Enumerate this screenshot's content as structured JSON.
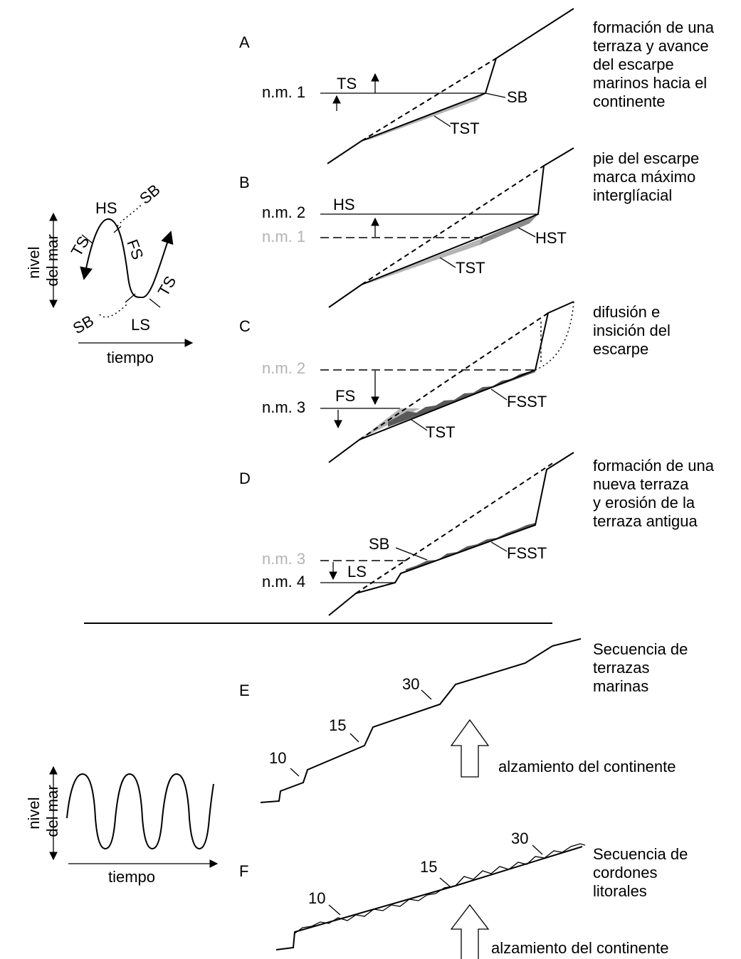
{
  "panel_letters": {
    "a": "A",
    "b": "B",
    "c": "C",
    "d": "D",
    "e": "E",
    "f": "F"
  },
  "captions": {
    "a": [
      "formación de una",
      "terraza y avance",
      "del escarpe",
      "marinos hacia el",
      "continente"
    ],
    "b": [
      "pie del escarpe",
      "marca máximo",
      "interglíacial"
    ],
    "c": [
      "difusión e",
      "insición del",
      "escarpe"
    ],
    "d": [
      "formación de una",
      "nueva terraza",
      "y erosión de la",
      "terraza antigua"
    ],
    "e": [
      "Secuencia de",
      "terrazas",
      "marinas"
    ],
    "f": [
      "Secuencia de",
      "cordones",
      "litorales"
    ]
  },
  "sea_levels": {
    "nm1": "n.m. 1",
    "nm2": "n.m. 2",
    "nm3": "n.m. 3",
    "nm4": "n.m. 4"
  },
  "labels": {
    "ts": "TS",
    "hs": "HS",
    "fs": "FS",
    "ls": "LS",
    "sb": "SB",
    "tst": "TST",
    "hst": "HST",
    "fsst": "FSST"
  },
  "cycle_graph": {
    "ylabel_line1": "nivel",
    "ylabel_line2": "del mar",
    "xlabel": "tiempo",
    "labels": {
      "hs": "HS",
      "sb_top": "SB",
      "ts_left": "TS",
      "fs": "FS",
      "ts_right": "TS",
      "sb_bottom": "SB",
      "ls": "LS"
    }
  },
  "oscillation_graph": {
    "ylabel_line1": "nivel",
    "ylabel_line2": "del mar",
    "xlabel": "tiempo"
  },
  "terrace_ages_e": {
    "a10": "10",
    "a15": "15",
    "a30": "30"
  },
  "terrace_ages_f": {
    "a10": "10",
    "a15": "15",
    "a30": "30"
  },
  "uplift_label": "alzamiento del continente",
  "colors": {
    "tst_fill": "#b5b5b5",
    "hst_fill": "#8c8c8c",
    "fsst_fill": "#5a5a5a",
    "ghost_text": "#b3b3b3"
  }
}
